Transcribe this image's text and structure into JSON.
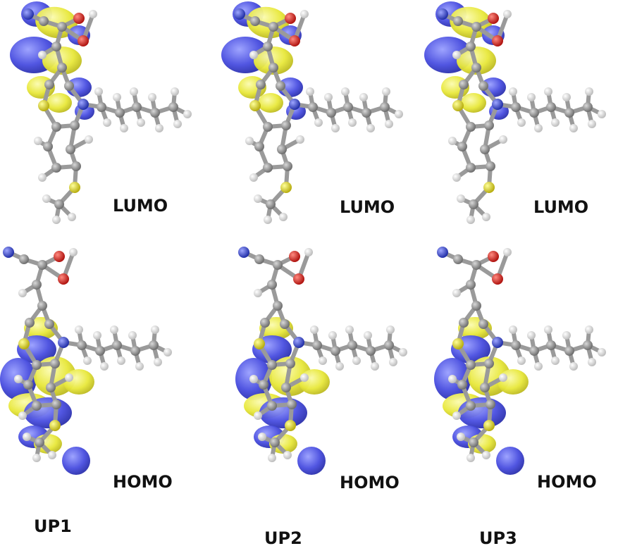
{
  "panels": [
    {
      "molecule": "UP1",
      "top_orbital": "LUMO",
      "bottom_orbital": "HOMO"
    },
    {
      "molecule": "UP2",
      "top_orbital": "LUMO",
      "bottom_orbital": "HOMO"
    },
    {
      "molecule": "UP3",
      "top_orbital": "LUMO",
      "bottom_orbital": "HOMO"
    }
  ],
  "colors": {
    "lobe_positive": "#e8e83c",
    "lobe_negative": "#4a4fe0",
    "carbon": "#8c8c8c",
    "hydrogen": "#f2f2f2",
    "oxygen": "#e3261f",
    "nitrogen": "#3a49d6",
    "sulfur": "#e9e330",
    "bond": "#9a9a9a"
  }
}
